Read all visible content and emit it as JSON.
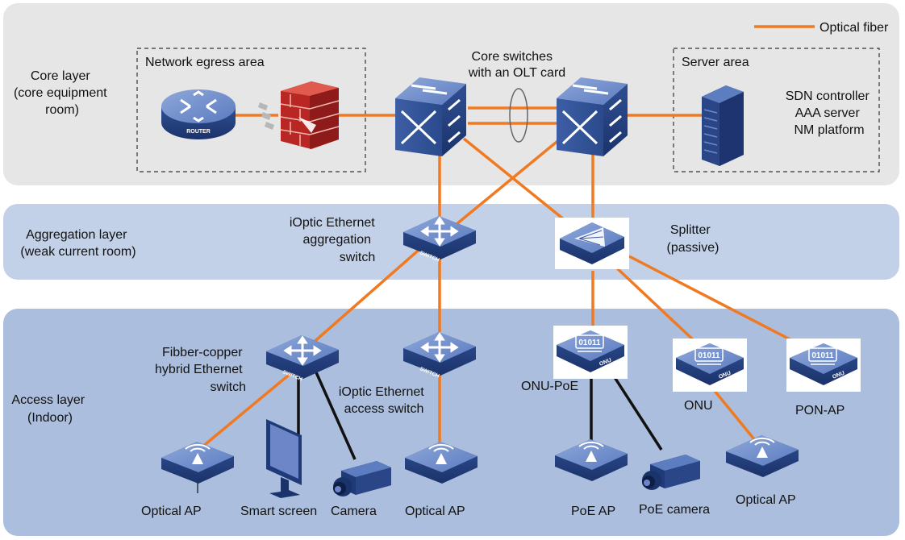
{
  "legend": {
    "label": "Optical fiber",
    "color": "#F07A22"
  },
  "colors": {
    "fiber": "#F07A22",
    "copper": "#111111",
    "core_band": "#E7E6E6",
    "aggregation_band": "#C3D1E8",
    "access_band": "#ABBEDD",
    "device_blue": "#3E5FA6",
    "device_dark": "#1F3A78",
    "firewall_red": "#C9302C"
  },
  "layers": [
    {
      "id": "core",
      "lines": [
        "Core layer",
        "(core equipment",
        "room)"
      ]
    },
    {
      "id": "aggregation",
      "lines": [
        "Aggregation layer",
        "(weak current room)"
      ]
    },
    {
      "id": "access",
      "lines": [
        "Access layer",
        "(Indoor)"
      ]
    }
  ],
  "areas": {
    "egress": {
      "label": "Network egress area"
    },
    "server": {
      "label": "Server area",
      "items": [
        "SDN controller",
        "AAA server",
        "NM platform"
      ]
    }
  },
  "labels": {
    "core_switches": [
      "Core switches",
      "with an OLT card"
    ],
    "aggregation_switch": [
      "iOptic Ethernet",
      "aggregation",
      "switch"
    ],
    "splitter": [
      "Splitter",
      "(passive)"
    ],
    "hybrid_switch": [
      "Fibber-copper",
      "hybrid Ethernet",
      "switch"
    ],
    "access_switch": [
      "iOptic Ethernet",
      "access switch"
    ],
    "onu_poe": "ONU-PoE",
    "onu": "ONU",
    "pon_ap": "PON-AP",
    "optical_ap_1": "Optical AP",
    "smart_screen": "Smart screen",
    "camera": "Camera",
    "optical_ap_2": "Optical AP",
    "poe_ap": "PoE AP",
    "poe_camera": "PoE camera",
    "optical_ap_3": "Optical AP"
  },
  "icons": {
    "router": "router-icon",
    "router_text": "ROUTER",
    "firewall": "firewall-icon",
    "core_switch": "core-switch-icon",
    "server": "server-icon",
    "switch": "switch-icon",
    "switch_text": "SWITCH",
    "splitter": "splitter-icon",
    "onu": "onu-icon",
    "onu_code": "01011",
    "onu_text": "ONU",
    "ap": "wireless-ap-icon",
    "screen": "monitor-icon",
    "camera": "camera-icon"
  }
}
